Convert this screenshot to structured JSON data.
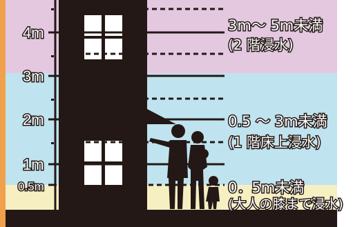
{
  "colors": {
    "band_top": "#e3c8e0",
    "band_middle": "#bfe3ef",
    "band_bottom": "#f6efc2",
    "ink": "#231815",
    "frame": "#f0a14b"
  },
  "axis_labels": [
    "4m",
    "3m",
    "2m",
    "1m",
    "0.5m"
  ],
  "bands": [
    {
      "range": "3m～ 5m未満",
      "note": "(2 階浸水)"
    },
    {
      "range": "0.5 ～ 3m未満",
      "note": "(1 階床上浸水)"
    },
    {
      "range": "0．5m未満",
      "note": "(大人の膝まで浸水)"
    }
  ],
  "icons": [
    "building-icon",
    "family-silhouette-icon"
  ]
}
